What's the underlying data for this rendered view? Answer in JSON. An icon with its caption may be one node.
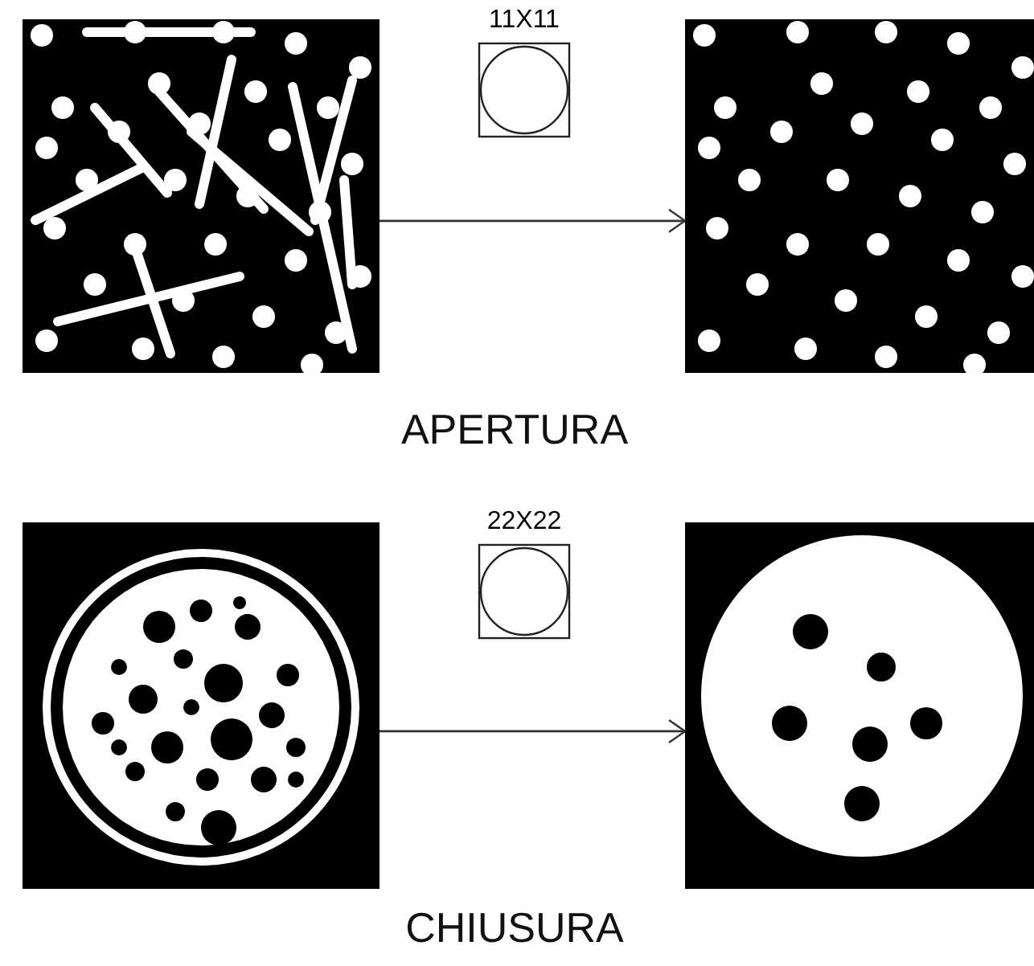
{
  "diagram": {
    "nodes": [
      {
        "text": [],
        "shape": "picture"
      },
      {
        "text": [
          "11X11"
        ]
      },
      {
        "text": [],
        "shape": "picture"
      },
      {
        "text": [],
        "shape": "picture"
      },
      {
        "text": [
          "22X22"
        ]
      },
      {
        "text": [],
        "shape": "picture"
      }
    ],
    "edges": [
      {
        "from": 0,
        "to": 2,
        "arrow": "to"
      },
      {
        "from": 3,
        "to": 5,
        "arrow": "to"
      }
    ],
    "labels": [
      "APERTURA",
      "CHIUSURA"
    ]
  }
}
